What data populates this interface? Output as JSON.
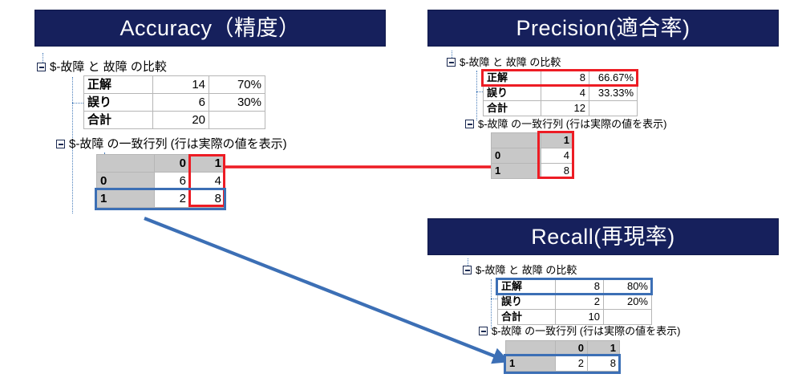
{
  "panels": {
    "accuracy": {
      "title": "Accuracy（精度）",
      "compare_node_label": "$-故障 と 故障 の比較",
      "matrix_node_label": "$-故障 の一致行列 (行は実際の値を表示)",
      "compare_table": {
        "rows": [
          {
            "label": "正解",
            "count": "14",
            "rate": "70%"
          },
          {
            "label": "誤り",
            "count": "6",
            "rate": "30%"
          },
          {
            "label": "合計",
            "count": "20",
            "rate": ""
          }
        ]
      },
      "matrix_table": {
        "corner": "",
        "col_headers": [
          "0",
          "1"
        ],
        "rows": [
          {
            "header": "0",
            "values": [
              "6",
              "4"
            ]
          },
          {
            "header": "1",
            "values": [
              "2",
              "8"
            ]
          }
        ]
      }
    },
    "precision": {
      "title": "Precision(適合率)",
      "compare_node_label": "$-故障 と 故障 の比較",
      "matrix_node_label": "$-故障 の一致行列 (行は実際の値を表示)",
      "compare_table": {
        "rows": [
          {
            "label": "正解",
            "count": "8",
            "rate": "66.67%"
          },
          {
            "label": "誤り",
            "count": "4",
            "rate": "33.33%"
          },
          {
            "label": "合計",
            "count": "12",
            "rate": ""
          }
        ]
      },
      "matrix_table": {
        "corner": "",
        "col_headers": [
          "1"
        ],
        "rows": [
          {
            "header": "0",
            "values": [
              "4"
            ]
          },
          {
            "header": "1",
            "values": [
              "8"
            ]
          }
        ]
      }
    },
    "recall": {
      "title": "Recall(再現率)",
      "compare_node_label": "$-故障 と 故障 の比較",
      "matrix_node_label": "$-故障 の一致行列 (行は実際の値を表示)",
      "compare_table": {
        "rows": [
          {
            "label": "正解",
            "count": "8",
            "rate": "80%"
          },
          {
            "label": "誤り",
            "count": "2",
            "rate": "20%"
          },
          {
            "label": "合計",
            "count": "10",
            "rate": ""
          }
        ]
      },
      "matrix_table": {
        "corner": "",
        "col_headers": [
          "0",
          "1"
        ],
        "rows": [
          {
            "header": "1",
            "values": [
              "2",
              "8"
            ]
          }
        ]
      }
    }
  },
  "annotations": {
    "red_arrow": "predicted-positive-column-to-precision",
    "blue_arrow": "actual-positive-row-to-recall"
  },
  "colors": {
    "banner": "#16205c",
    "banner_text": "#ffffff",
    "highlight_red": "#ed1c24",
    "highlight_blue": "#3c6fb5",
    "table_header_gray": "#c8c8c8",
    "table_border": "#b6b6b6",
    "guide_dotted": "#4a7ebb"
  }
}
